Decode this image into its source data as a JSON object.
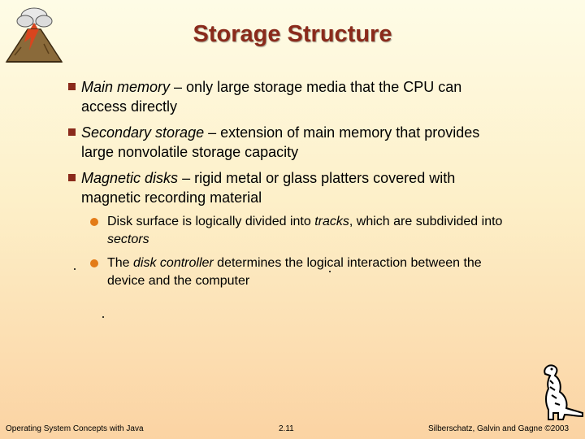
{
  "slide": {
    "title": "Storage Structure"
  },
  "bullets": [
    {
      "term": "Main memory",
      "rest_line1": " – only large storage media that the CPU can",
      "line2": "access directly"
    },
    {
      "term": "Secondary storage",
      "rest_line1": " – extension of main memory that provides",
      "line2": "large nonvolatile storage capacity"
    },
    {
      "term": "Magnetic disks",
      "rest_line1": " – rigid metal or glass platters covered with",
      "line2": "magnetic recording material"
    }
  ],
  "subbullets": [
    {
      "pre": "Disk surface is logically divided into ",
      "term": "tracks",
      "post": ", which are subdivided into",
      "line2": "sectors"
    },
    {
      "pre": "The ",
      "term": "disk controller",
      "post": " determines the logical interaction between the",
      "line2": "device and the computer"
    }
  ],
  "footer": {
    "left": "Operating System Concepts with Java",
    "center": "2.11",
    "right": "Silberschatz, Galvin and Gagne ©2003"
  },
  "colors": {
    "title": "#8a2a1b",
    "bullet_square": "#8a2a1b",
    "bullet_circle": "#e37b17"
  },
  "icons": {
    "top_left": "volcano-icon",
    "bottom_right": "dinosaur-icon"
  }
}
